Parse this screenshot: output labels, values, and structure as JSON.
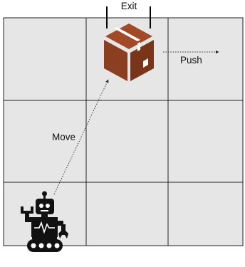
{
  "labels": {
    "exit": "Exit",
    "move": "Move",
    "push": "Push"
  },
  "grid": {
    "rows": 3,
    "cols": 3
  },
  "colors": {
    "cell_fill": "#e6e6e6",
    "grid_line": "#222222",
    "box_top": "#a24a28",
    "box_left": "#8b3e20",
    "box_right": "#7a3419",
    "box_tape": "#ffffff",
    "robot": "#111111"
  },
  "icons": {
    "box": "cardboard-box-icon",
    "robot": "tracked-robot-icon"
  }
}
